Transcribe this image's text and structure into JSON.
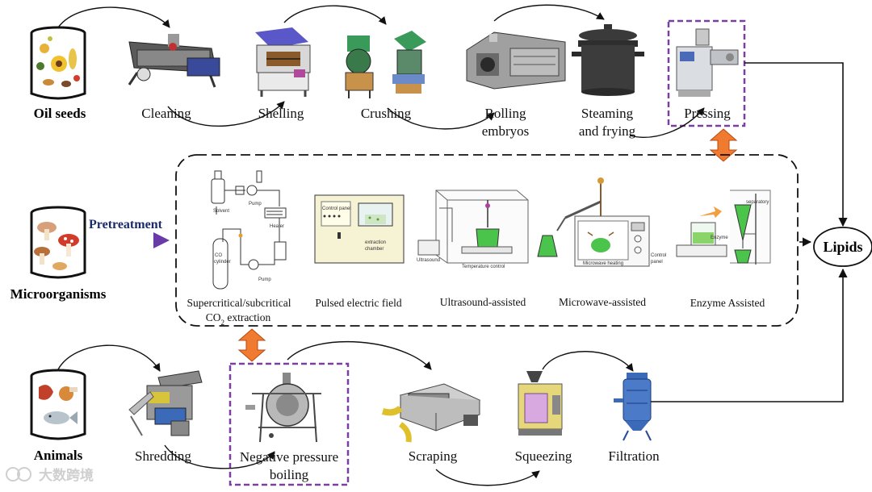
{
  "colors": {
    "accent_dashed_box": "#7a3fa0",
    "double_arrow": "#f07a30",
    "pretreatment_arrow": "#6a3aa8",
    "pretreatment_text": "#1a2a6a"
  },
  "top_row": {
    "source": "Oil seeds",
    "steps": [
      "Cleaning",
      "Shelling",
      "Crushing",
      "Rolling",
      "embryos",
      "Steaming",
      "and frying",
      "Pressing"
    ]
  },
  "middle_row": {
    "source": "Microorganisms",
    "pretreatment": "Pretreatment",
    "methods": {
      "m1a": "Supercritical/subcritical",
      "m1b": "CO",
      "m1sub": "2",
      "m1c": " extraction",
      "m2": "Pulsed electric field",
      "m3": "Ultrasound-assisted",
      "m4": "Microwave-assisted",
      "m5": "Enzyme Assisted"
    },
    "tiny_labels": {
      "solvent": "Solvent",
      "pump1": "Pump",
      "heater": "Heater",
      "co2a": "CO",
      "co2b": "cylinder",
      "pump2": "Pump",
      "control_panel": "Control panel",
      "extraction_a": "extraction",
      "extraction_b": "chamber",
      "ultrasound": "Ultrasound",
      "temp_control": "Temperature control",
      "microwave_heating": "Microwave heating",
      "mw_control_a": "Control",
      "mw_control_b": "panel",
      "enzyme": "Enzyme",
      "separatory": "separatory"
    }
  },
  "bottom_row": {
    "source": "Animals",
    "steps": [
      "Shredding",
      "Negative pressure",
      "boiling",
      "Scraping",
      "Squeezing",
      "Filtration"
    ]
  },
  "output": "Lipids",
  "watermark": "大数跨境"
}
